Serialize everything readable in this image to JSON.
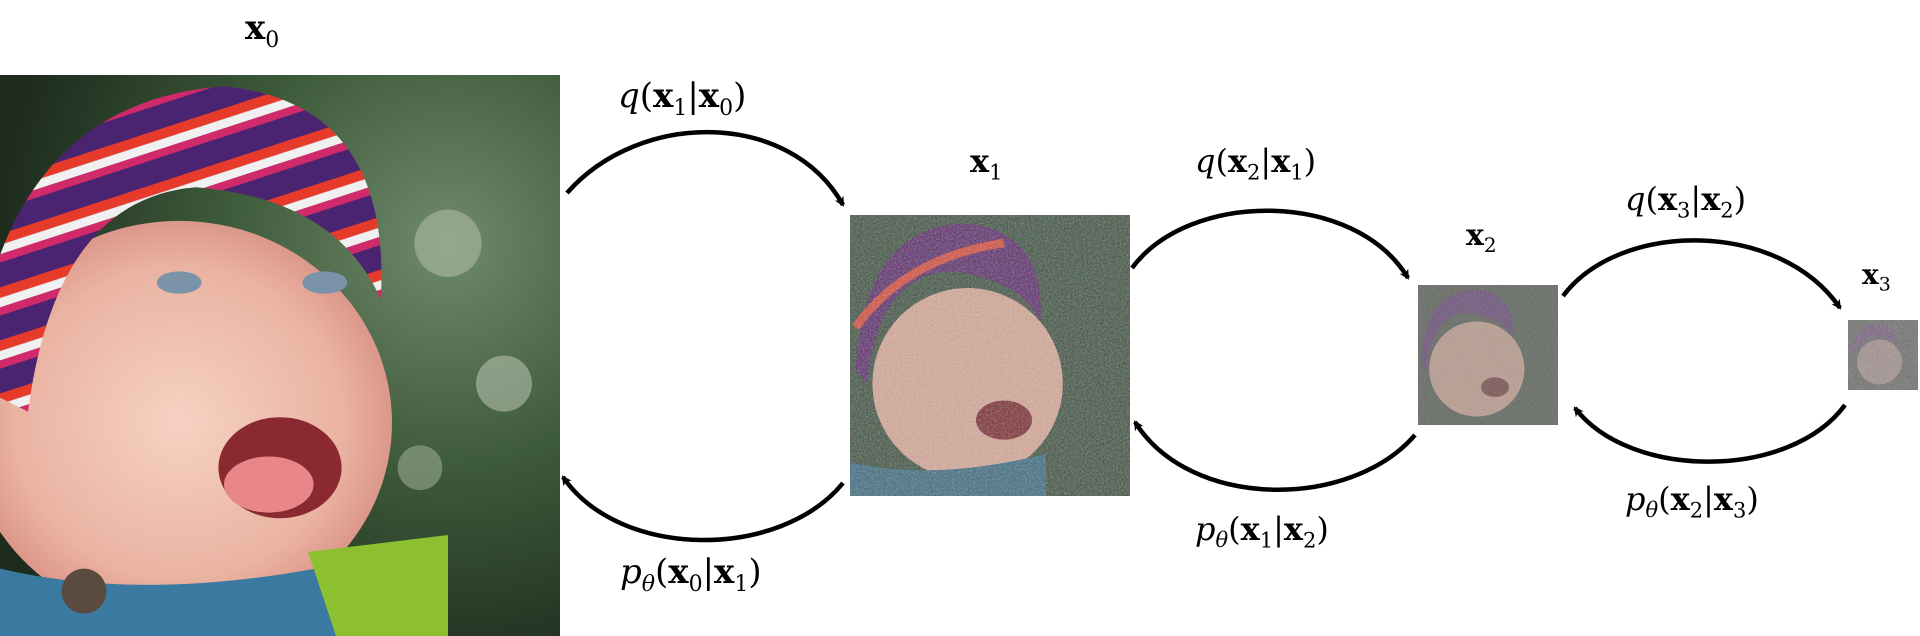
{
  "nodes": [
    {
      "id": "x0",
      "label": "x",
      "sub": "0",
      "noise": 0
    },
    {
      "id": "x1",
      "label": "x",
      "sub": "1",
      "noise": 0.45
    },
    {
      "id": "x2",
      "label": "x",
      "sub": "2",
      "noise": 0.65
    },
    {
      "id": "x3",
      "label": "x",
      "sub": "3",
      "noise": 0.8
    }
  ],
  "forward": [
    {
      "fn": "q",
      "a": "1",
      "b": "0"
    },
    {
      "fn": "q",
      "a": "2",
      "b": "1"
    },
    {
      "fn": "q",
      "a": "3",
      "b": "2"
    }
  ],
  "reverse": [
    {
      "fn": "p",
      "fn_sub": "θ",
      "a": "0",
      "b": "1"
    },
    {
      "fn": "p",
      "fn_sub": "θ",
      "a": "1",
      "b": "2"
    },
    {
      "fn": "p",
      "fn_sub": "θ",
      "a": "2",
      "b": "3"
    }
  ],
  "colors": {
    "arrow": "#000000",
    "background": "#ffffff"
  }
}
